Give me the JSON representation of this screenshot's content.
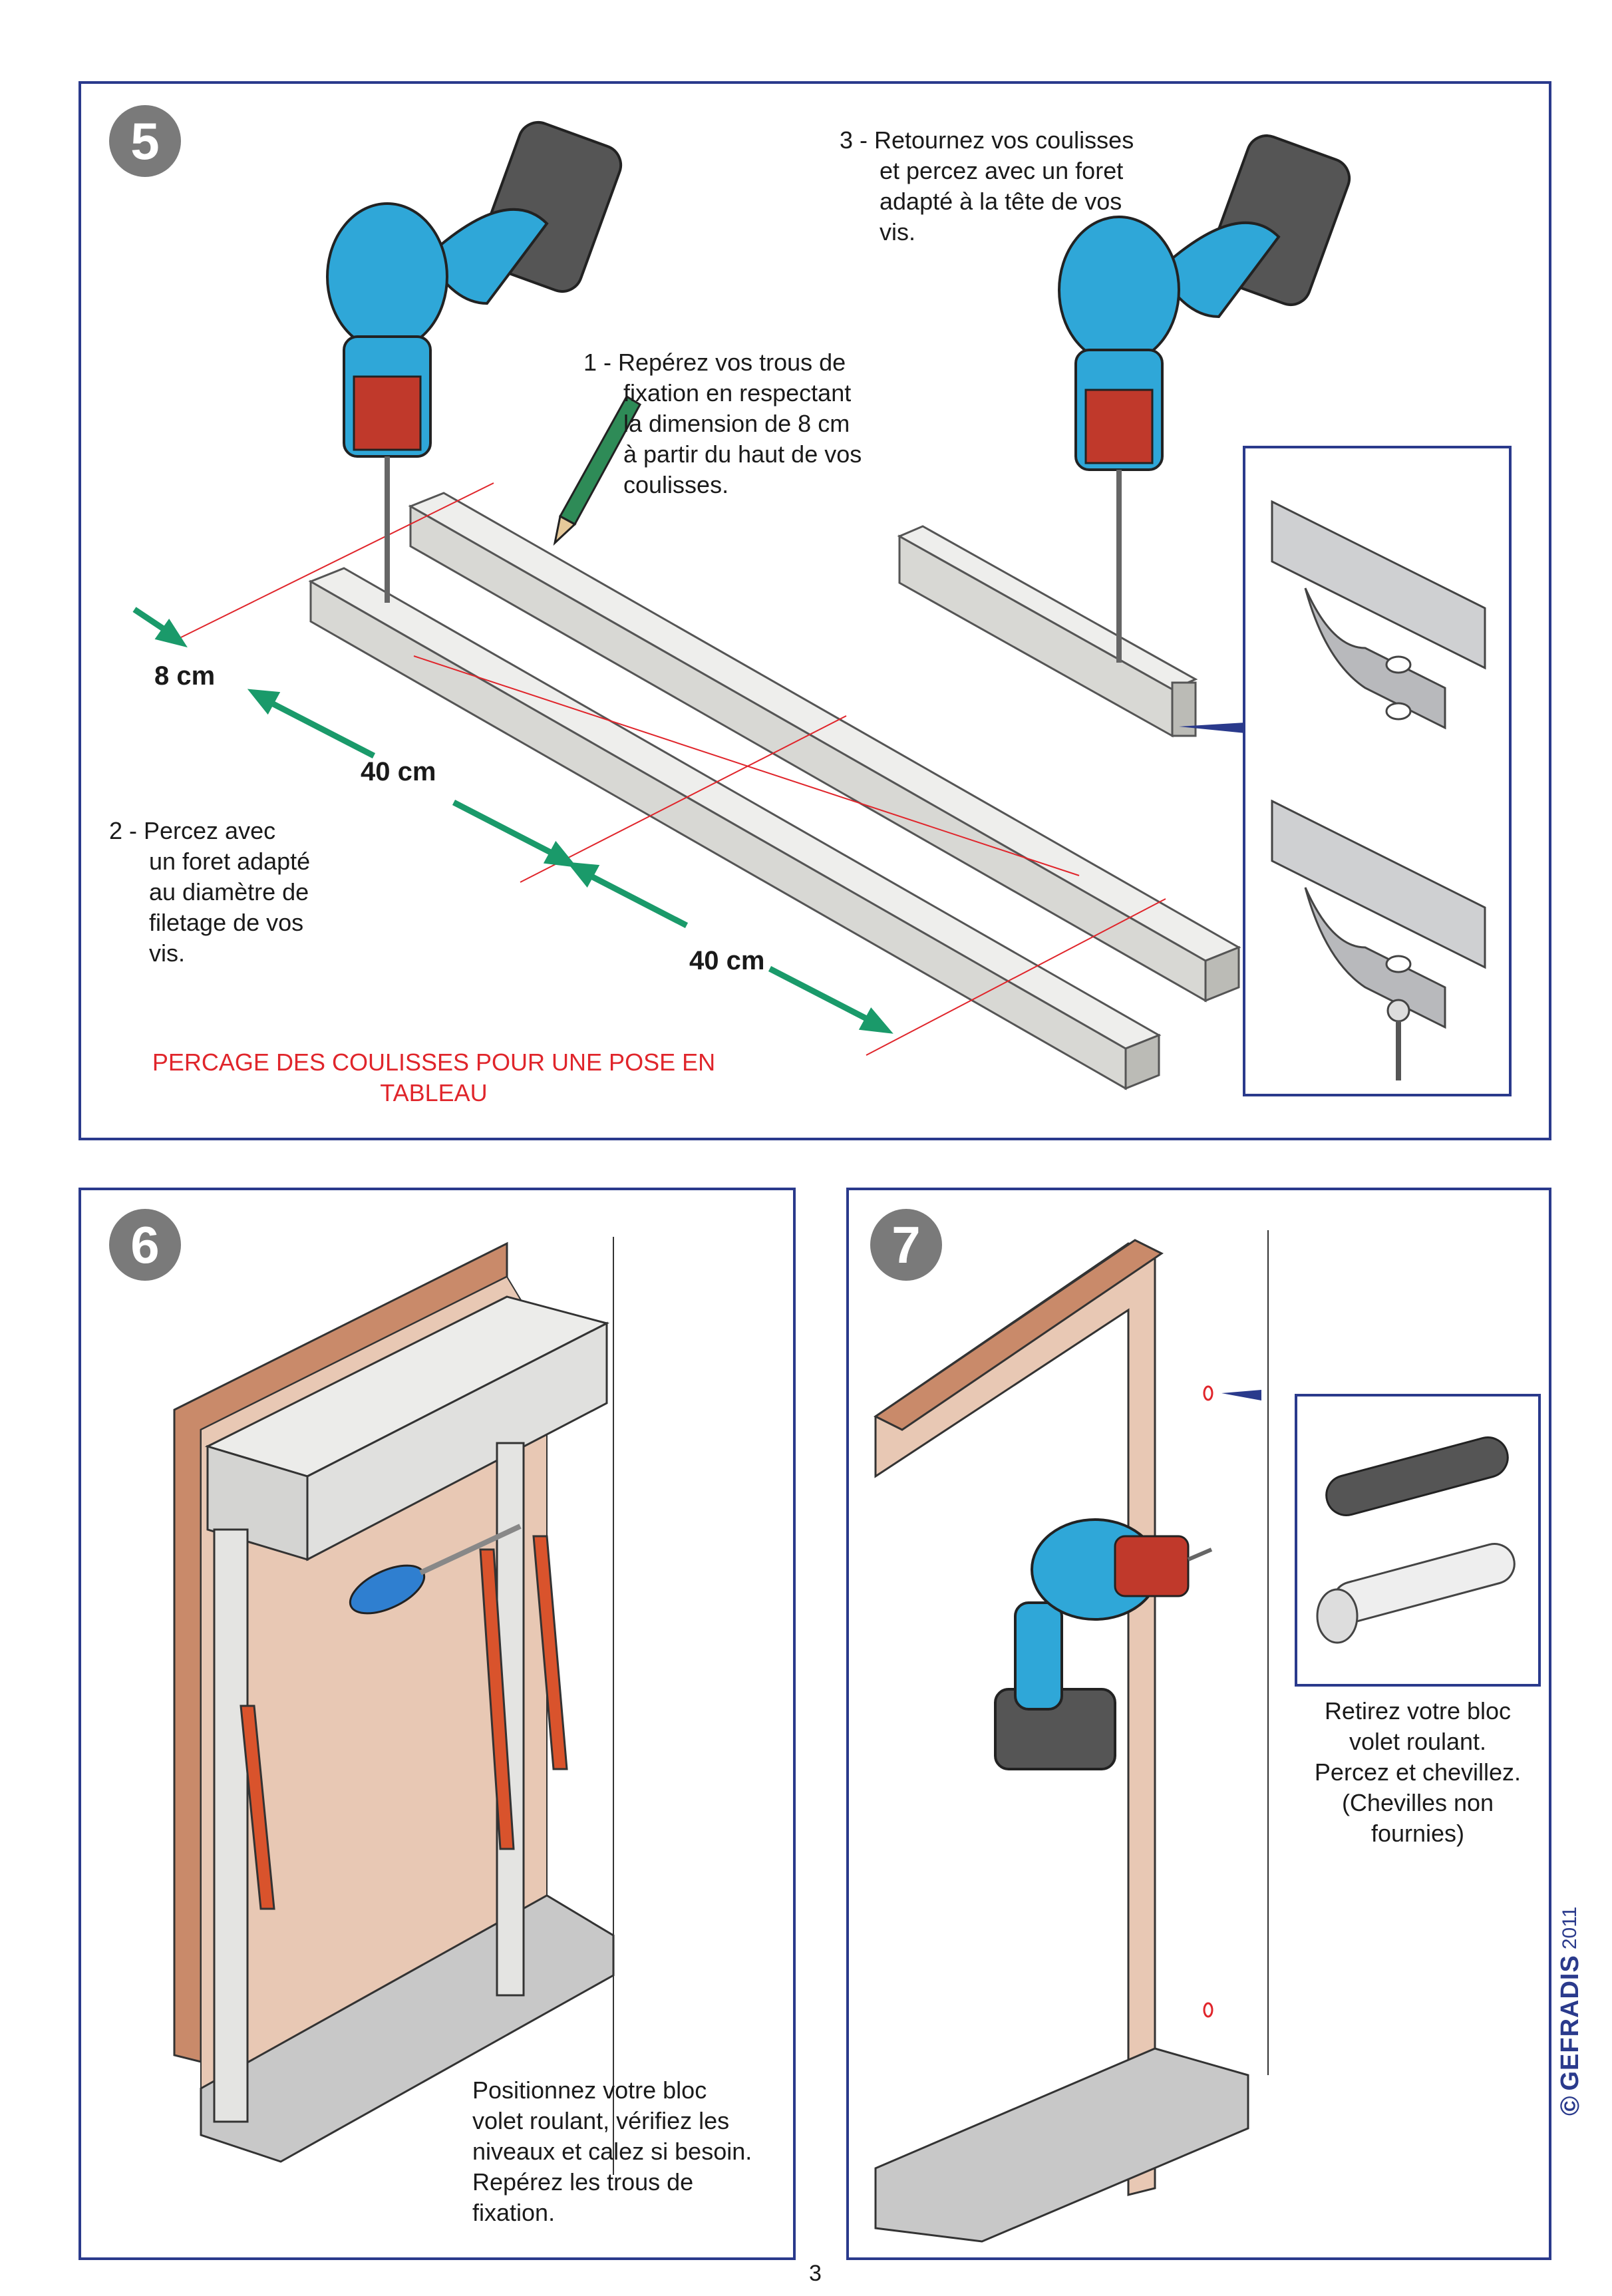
{
  "step5": {
    "number": "5",
    "instr1": "1 - Repérez vos trous de\n      fixation en respectant\n      la dimension de 8 cm\n      à partir du haut de vos\n      coulisses.",
    "instr2": "2 - Percez avec\n      un foret adapté\n      au diamètre de\n      filetage de vos\n      vis.",
    "instr3": "3 - Retournez vos coulisses\n      et percez avec un foret\n      adapté à la tête de vos\n      vis.",
    "dim_8": "8 cm",
    "dim_40a": "40 cm",
    "dim_40b": "40 cm",
    "caption": "PERCAGE DES COULISSES POUR UNE POSE EN\nTABLEAU"
  },
  "step6": {
    "number": "6",
    "text": "Positionnez votre bloc\nvolet roulant, vérifiez les\nniveaux et calez si besoin.\nRepérez les trous de\nfixation."
  },
  "step7": {
    "number": "7",
    "text": "Retirez votre bloc\nvolet roulant.\nPercez et chevillez.\n(Chevilles non\nfournies)"
  },
  "footer": {
    "page_number": "3",
    "copyright": "©",
    "brand": "GEFRADIS",
    "year": "2011"
  },
  "colors": {
    "frame_border": "#2a3a8c",
    "caption_red": "#e0252b",
    "arrow_green": "#1a9a6a",
    "drill_blue": "#2fa7d8",
    "wood": "#c98a6a"
  }
}
